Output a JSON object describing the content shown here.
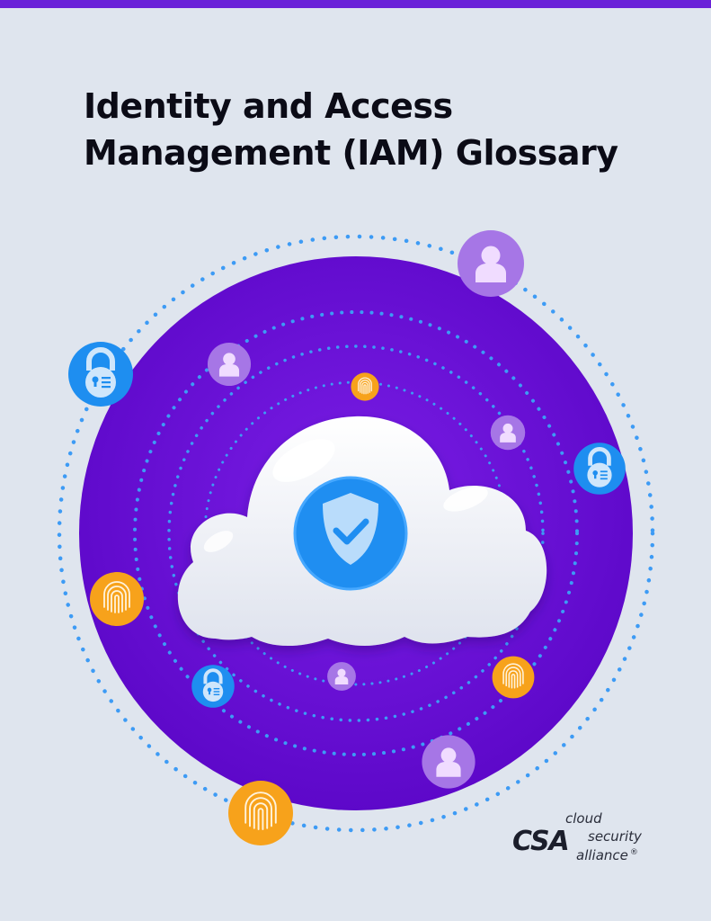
{
  "document": {
    "title_lines": [
      "Identity and Access",
      "Management (IAM) Glossary"
    ]
  },
  "illustration": {
    "center_icon": "shield-check-icon",
    "colors": {
      "top_bar": "#6a22d8",
      "background": "#dfe5ee",
      "ring": "#6a0dd6",
      "dotted_orbit": "#3d9bf5",
      "lock_badge": "#1e8ef0",
      "user_badge": "#a676e6",
      "fingerprint_badge": "#f7a21b",
      "shield": "#1f8ef1"
    }
  },
  "logo": {
    "mark": "CSA",
    "words": [
      "cloud",
      "security",
      "alliance"
    ],
    "registered": "®"
  }
}
